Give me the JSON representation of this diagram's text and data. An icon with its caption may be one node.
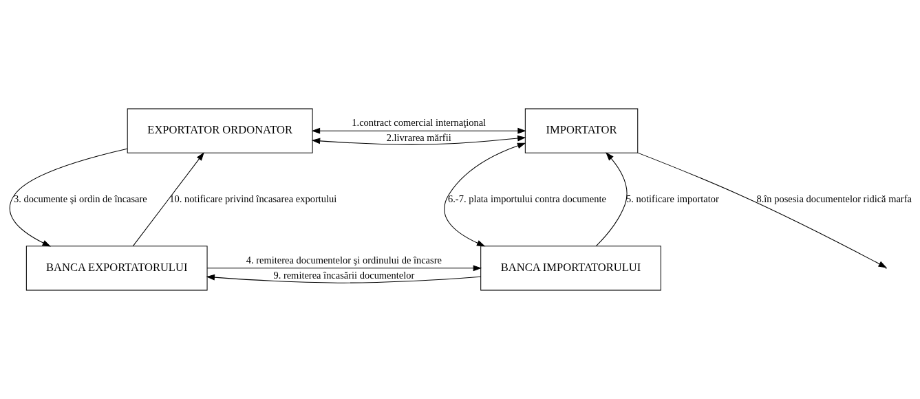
{
  "diagram": {
    "nodes": [
      {
        "text": [
          "EXPORTATOR ORDONATOR"
        ]
      },
      {
        "text": [
          "IMPORTATOR"
        ]
      },
      {
        "text": [
          "BANCA EXPORTATORULUI"
        ]
      },
      {
        "text": [
          "BANCA IMPORTATORULUI"
        ]
      }
    ],
    "edges": [
      {
        "from": 0,
        "to": 1,
        "arrow": "both",
        "label": "2.livrarea mărfii"
      },
      {
        "from": 0,
        "to": 1,
        "arrow": "both",
        "label": "1.contract comercial internaţional"
      },
      {
        "from": 1,
        "to": null,
        "arrow": "to",
        "label": "8.în posesia documentelor ridică marfa"
      },
      {
        "from": 2,
        "to": 0,
        "arrow": "to",
        "label": "10. notificare privind încasarea exportului"
      },
      {
        "from": 0,
        "to": 2,
        "arrow": "to",
        "label": "3. documente şi ordin de încasare"
      },
      {
        "from": 3,
        "to": 1,
        "arrow": "to",
        "label": "5. notificare importator"
      },
      {
        "from": 1,
        "to": 3,
        "arrow": "both",
        "label": "6.-7. plata importului contra documente"
      },
      {
        "from": 2,
        "to": 3,
        "arrow": "to",
        "label": "4. remiterea documentelor şi ordinului de încasre"
      },
      {
        "from": 3,
        "to": 2,
        "arrow": "to",
        "label": "9. remiterea încasării documentelor"
      }
    ]
  }
}
